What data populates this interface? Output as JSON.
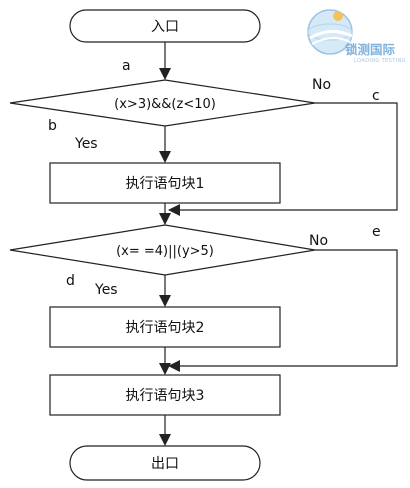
{
  "nodes": {
    "start": "入口",
    "condition1": "(x>3)&&(z<10)",
    "block1": "执行语句块1",
    "condition2": "(x= =4)||(y>5)",
    "block2": "执行语句块2",
    "block3": "执行语句块3",
    "end": "出口"
  },
  "branch_labels": {
    "cond1_yes": "Yes",
    "cond1_no": "No",
    "cond2_yes": "Yes",
    "cond2_no": "No"
  },
  "path_labels": {
    "a": "a",
    "b": "b",
    "c": "c",
    "d": "d",
    "e": "e"
  },
  "logo": {
    "name_cn": "锁测国际",
    "name_en": "LOADING TESTING"
  },
  "colors": {
    "line": "#222222",
    "logo": "#7fb2dd"
  }
}
